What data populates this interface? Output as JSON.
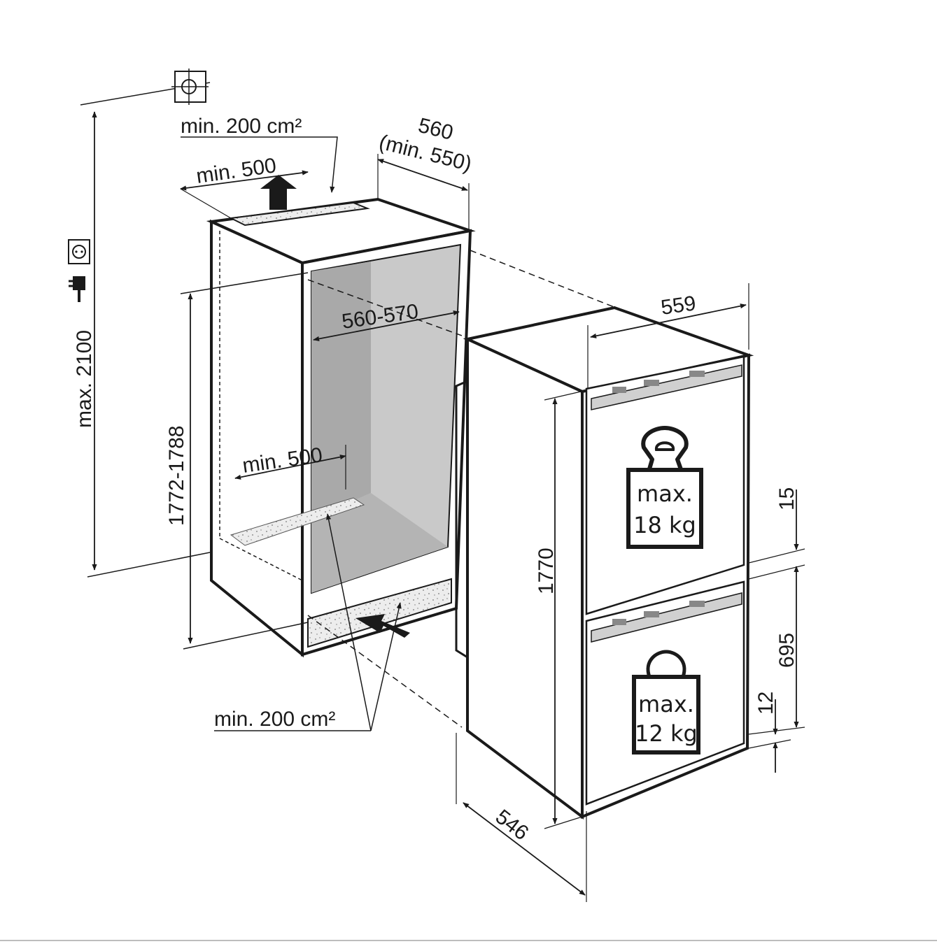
{
  "niche": {
    "vent_top_area": "min. 200 cm²",
    "vent_top_width": "min. 500",
    "depth": "560",
    "depth_min": "(min. 550)",
    "inner_width": "560-570",
    "height_range": "1772-1788",
    "max_height": "max. 2100",
    "vent_bottom_width": "min. 500",
    "vent_bottom_area": "min. 200 cm²"
  },
  "appliance": {
    "width": "559",
    "height": "1770",
    "depth": "546",
    "gap_top": "15",
    "lower_door": "695",
    "gap_bottom": "12",
    "upper_load_line1": "max.",
    "upper_load_line2": "18 kg",
    "lower_load_line1": "max.",
    "lower_load_line2": "12 kg"
  },
  "icons": [
    "water-connection-icon",
    "power-socket-icon",
    "power-plug-icon",
    "weight-icon"
  ]
}
